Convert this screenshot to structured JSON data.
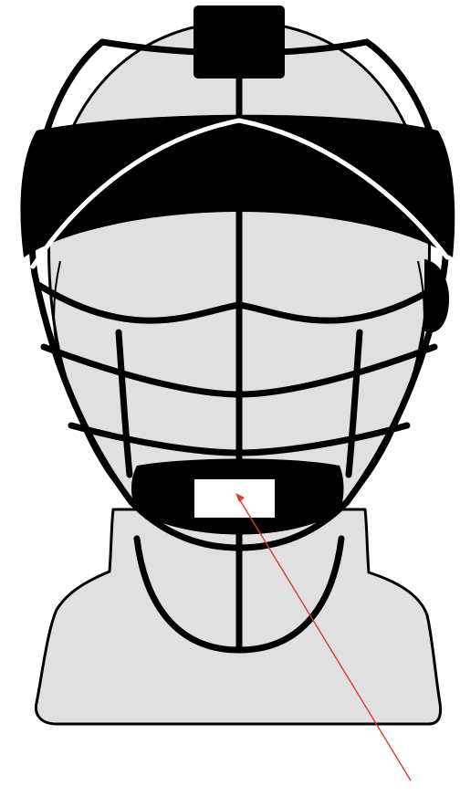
{
  "figure": {
    "subject": "head-mannequin-with-face-cage-mask",
    "parts": [
      "mannequin-head",
      "mannequin-shoulders",
      "forehead-pad",
      "top-pad",
      "chin-pad",
      "face-cage",
      "label-placeholder",
      "pointer-arrow"
    ]
  },
  "colors": {
    "background": "#ffffff",
    "mannequin_fill": "#e0e0e0",
    "outline": "#000000",
    "pad_fill": "#000000",
    "cage_stroke": "#000000",
    "forehead_highlight": "#ffffff",
    "label_box": "#ffffff",
    "arrow": "#e03a2b"
  },
  "icons": {
    "arrowhead": "arrowhead-icon"
  }
}
